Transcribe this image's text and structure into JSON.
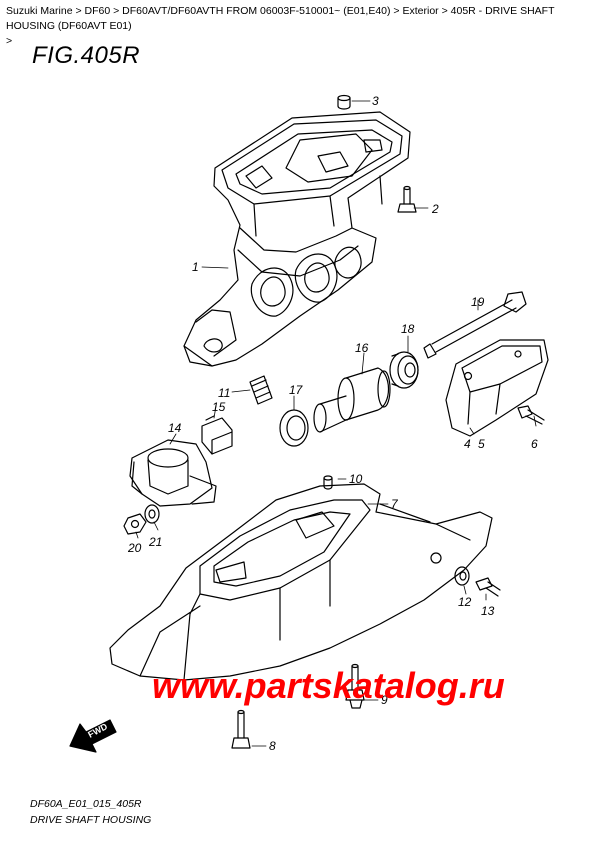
{
  "breadcrumb": {
    "items": [
      "Suzuki Marine",
      "DF60",
      "DF60AVT/DF60AVTH FROM 06003F-510001~ (E01,E40)",
      "Exterior",
      "405R - DRIVE SHAFT HOUSING (DF60AVT E01)"
    ],
    "separator": " > ",
    "trailing": ">"
  },
  "figure": {
    "title": "FIG.405R"
  },
  "watermark": {
    "text": "www.partskatalog.ru",
    "color": "#ff0000"
  },
  "fwd_marker": {
    "text": "FWD"
  },
  "callouts": [
    "3",
    "2",
    "1",
    "19",
    "18",
    "16",
    "17",
    "11",
    "15",
    "14",
    "6",
    "4",
    "5",
    "10",
    "7",
    "20",
    "21",
    "12",
    "13",
    "9",
    "8"
  ],
  "footer": {
    "code": "DF60A_E01_015_405R",
    "caption": "DRIVE SHAFT HOUSING"
  }
}
